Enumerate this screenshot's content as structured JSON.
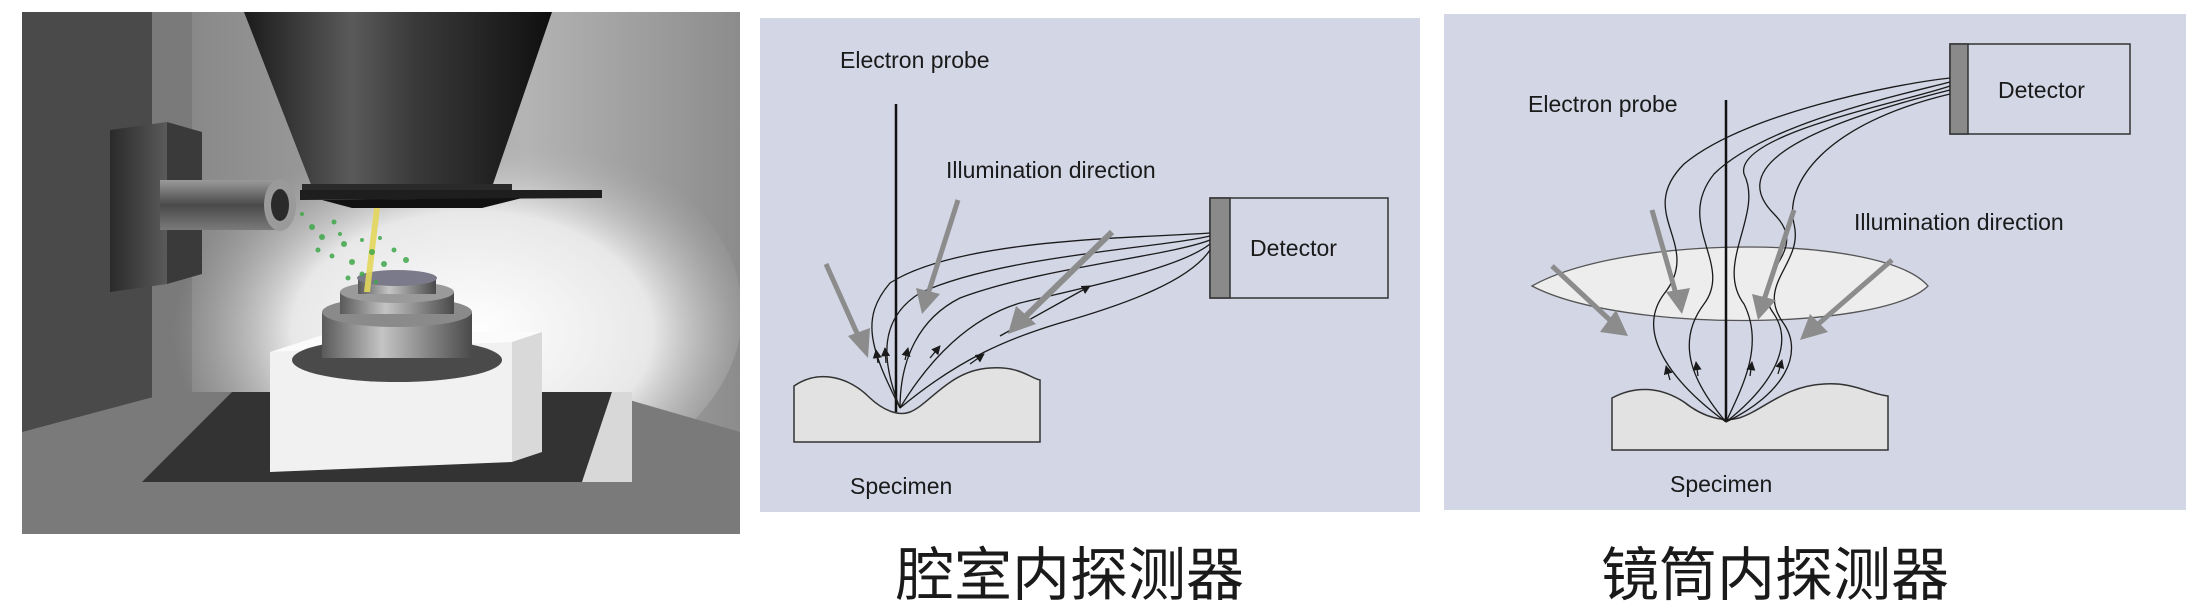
{
  "left_diagram": {
    "electron_probe": "Electron probe",
    "illumination_direction": "Illumination direction",
    "detector": "Detector",
    "specimen": "Specimen"
  },
  "right_diagram": {
    "electron_probe": "Electron probe",
    "illumination_direction": "Illumination direction",
    "detector": "Detector",
    "specimen": "Specimen"
  },
  "captions": {
    "chamber_detector": "腔室内探测器",
    "in_lens_detector": "镜筒内探测器"
  },
  "colors": {
    "diagram_background": "#d2d6e5",
    "specimen_fill": "#e2e2e2",
    "arrow_gray": "#8c8c8c",
    "detector_bar": "#8a8a8a"
  }
}
